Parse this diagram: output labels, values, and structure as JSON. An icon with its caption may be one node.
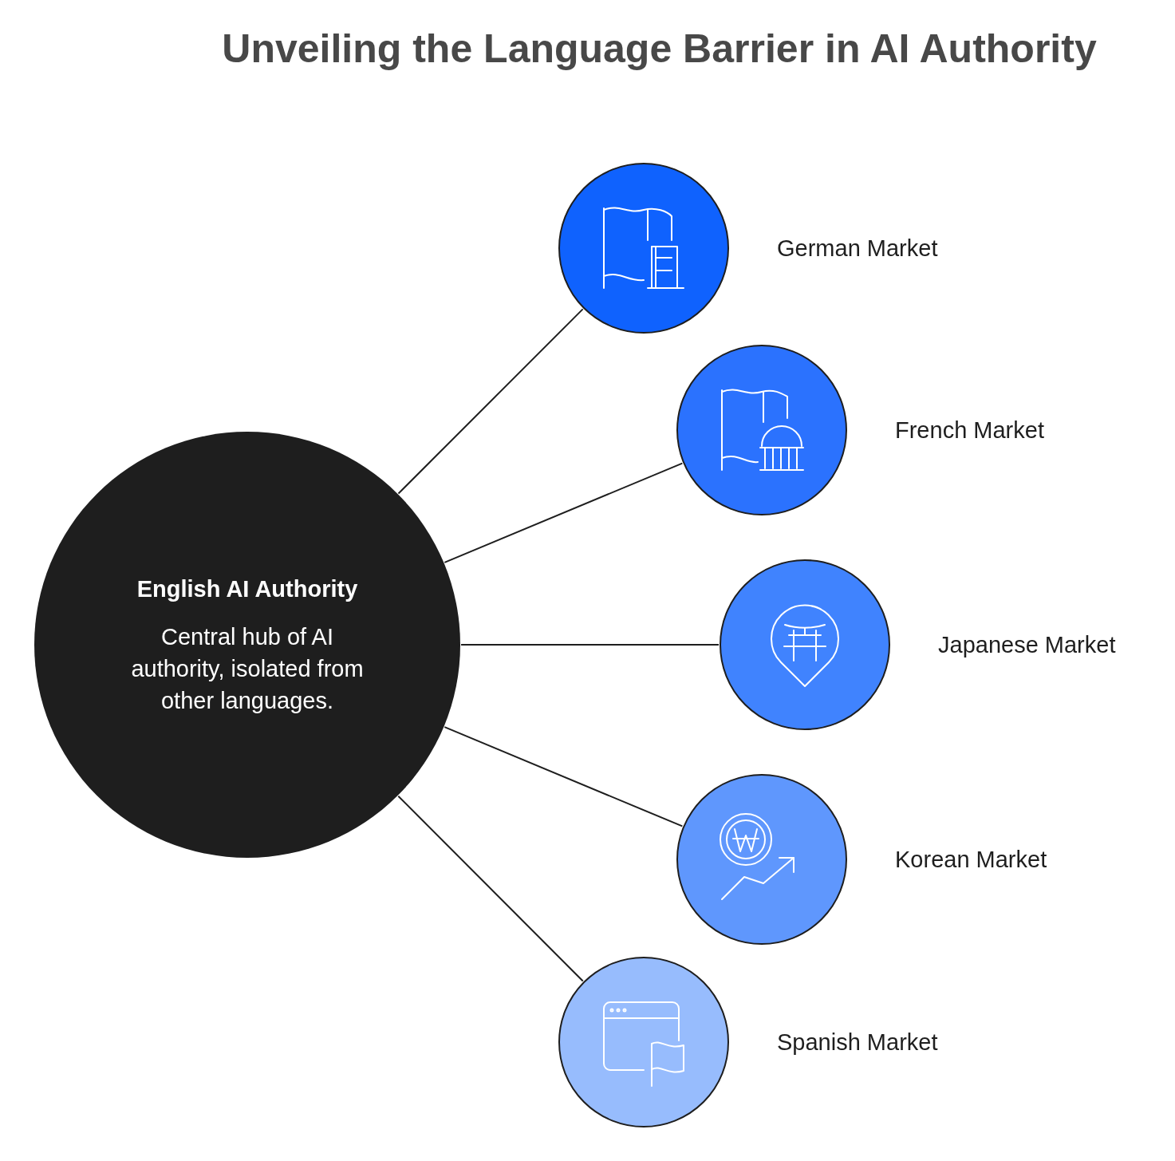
{
  "diagram": {
    "title": "Unveiling the Language Barrier in AI Authority",
    "nodes": [
      {
        "text": [
          "English AI Authority",
          "Central hub of AI authority, isolated from other languages."
        ]
      },
      {
        "text": [],
        "shape": "circle",
        "beside": [
          "German Market"
        ]
      },
      {
        "text": [],
        "shape": "circle",
        "beside": [
          "French Market"
        ]
      },
      {
        "text": [],
        "shape": "circle",
        "beside": [
          "Japanese Market"
        ]
      },
      {
        "text": [],
        "shape": "circle",
        "beside": [
          "Korean Market"
        ]
      },
      {
        "text": [],
        "shape": "circle",
        "beside": [
          "Spanish Market"
        ]
      }
    ],
    "edges": [
      {
        "from": 0,
        "to": 1,
        "arrow": "none"
      },
      {
        "from": 0,
        "to": 2,
        "arrow": "none"
      },
      {
        "from": 0,
        "to": 3,
        "arrow": "none"
      },
      {
        "from": 0,
        "to": 4,
        "arrow": "none"
      },
      {
        "from": 0,
        "to": 5,
        "arrow": "none"
      }
    ]
  }
}
